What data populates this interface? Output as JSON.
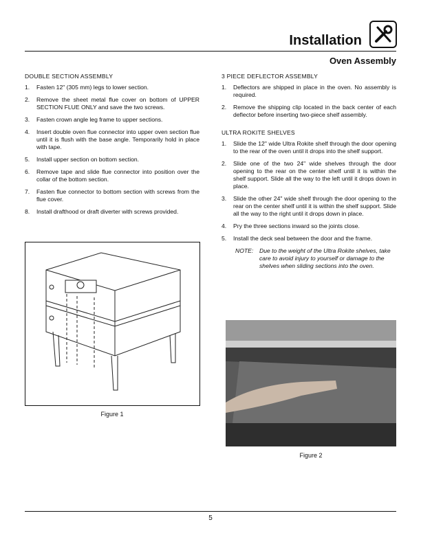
{
  "header": {
    "title": "Installation",
    "icon": "tools-icon",
    "subtitle": "Oven Assembly"
  },
  "left": {
    "heading": "DOUBLE SECTION ASSEMBLY",
    "items": [
      {
        "n": "1.",
        "t": "Fasten 12\" (305 mm) legs to lower section."
      },
      {
        "n": "2.",
        "t": "Remove the sheet metal flue cover on bottom of UPPER SECTION FLUE ONLY and save the two screws."
      },
      {
        "n": "3.",
        "t": "Fasten crown angle leg frame to upper sections."
      },
      {
        "n": "4.",
        "t": "Insert double oven flue connector into upper oven section flue until it is flush with the base angle. Temporarily hold in place with tape."
      },
      {
        "n": "5.",
        "t": "Install upper section on bottom section."
      },
      {
        "n": "6.",
        "t": "Remove tape and slide flue connector into position over the collar of the bottom section."
      },
      {
        "n": "7.",
        "t": "Fasten flue connector to bottom section with screws from the flue cover."
      },
      {
        "n": "8.",
        "t": "Install drafthood or draft diverter with screws provided."
      }
    ],
    "figure_caption": "Figure 1"
  },
  "right": {
    "heading1": "3 PIECE DEFLECTOR ASSEMBLY",
    "items1": [
      {
        "n": "1.",
        "t": "Deflectors are shipped in place in the oven. No assembly is required."
      },
      {
        "n": "2.",
        "t": "Remove the shipping clip located in the back center of each deflector before inserting two-piece shelf assembly."
      }
    ],
    "heading2": "ULTRA ROKITE SHELVES",
    "items2": [
      {
        "n": "1.",
        "t": "Slide the 12\" wide Ultra Rokite shelf through the door opening to the rear of the oven until it drops into the shelf support."
      },
      {
        "n": "2.",
        "t": "Slide one of the two 24\" wide shelves through the door opening to the rear on the center shelf until it is within the shelf support. Slide all the way to the left until it drops down in place."
      },
      {
        "n": "3.",
        "t": "Slide the other 24\" wide shelf through the door opening to the rear on the center shelf until it is within the shelf support. Slide all the way to the right until it drops down in place."
      },
      {
        "n": "4.",
        "t": "Pry the three sections inward so the joints close."
      },
      {
        "n": "5.",
        "t": "Install the deck seal between the door and the frame."
      }
    ],
    "note_label": "NOTE:",
    "note": "Due to the weight of the Ultra Rokite shelves, take care to avoid injury to yourself or damage to the shelves when sliding sections into the oven.",
    "figure_caption": "Figure 2"
  },
  "footer": {
    "page": "5"
  }
}
